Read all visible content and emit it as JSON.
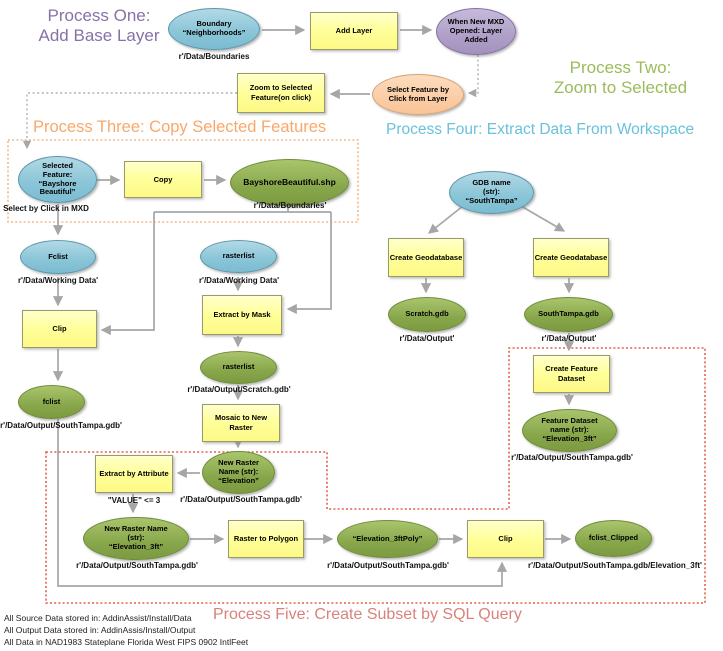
{
  "headers": {
    "process_one": "Process One:\nAdd Base Layer",
    "process_two": "Process Two:\nZoom to Selected",
    "process_three": "Process Three: Copy Selected Features",
    "process_four": "Process Four: Extract Data From Workspace",
    "process_five": "Process Five: Create Subset by SQL Query"
  },
  "colors": {
    "process_one": "#8672A8",
    "process_two": "#9CBB5C",
    "process_three": "#F9A86A",
    "process_four": "#68C2DD",
    "process_five": "#D9827C",
    "orange_dashed_region": "#F2B988",
    "red_dashed_region": "#E2604C",
    "arrow_gray": "#A6A6A6"
  },
  "nodes": {
    "boundary": {
      "label": "Boundary\n“Neighborhoods”",
      "caption": "r'/Data/Boundaries"
    },
    "add_layer": {
      "label": "Add Layer"
    },
    "when_new_mxd": {
      "label": "When New  MXD\nOpened: Layer\nAdded"
    },
    "zoom_to_selected": {
      "label": "Zoom to Selected\nFeature(on click)"
    },
    "select_feature": {
      "label": "Select Feature by\nClick from Layer"
    },
    "selected_feature": {
      "label": "Selected\nFeature:\n“Bayshore\nBeautiful”",
      "caption": "Select by Click in MXD"
    },
    "copy": {
      "label": "Copy"
    },
    "bayshore": {
      "label": "BayshoreBeautiful.shp",
      "caption": "r'/Data/Boundaries'"
    },
    "gdb_name": {
      "label": "GDB name\n(str):\n“SouthTampa”"
    },
    "fclist_input": {
      "label": "Fclist",
      "caption": "r'/Data/Working Data'"
    },
    "rasterlist_input": {
      "label": "rasterlist",
      "caption": "r'/Data/Working Data'"
    },
    "clip1": {
      "label": "Clip"
    },
    "extract_by_mask": {
      "label": "Extract by Mask"
    },
    "create_gdb1": {
      "label": "Create Geodatabase"
    },
    "create_gdb2": {
      "label": "Create Geodatabase"
    },
    "scratch_gdb": {
      "label": "Scratch.gdb",
      "caption": "r'/Data/Output'"
    },
    "southtampa_gdb": {
      "label": "SouthTampa.gdb",
      "caption": "r'/Data/Output'"
    },
    "fclist_output": {
      "label": "fclist",
      "caption": "r'/Data/Output/SouthTampa.gdb'"
    },
    "rasterlist_output": {
      "label": "rasterlist",
      "caption": "r'/Data/Output/Scratch.gdb'"
    },
    "mosaic": {
      "label": "Mosaic to New\nRaster"
    },
    "create_feature_dataset": {
      "label": "Create Feature\nDataset"
    },
    "feature_dataset_name": {
      "label": "Feature Dataset\nname (str):\n“Elevation_3ft”",
      "caption": "r'/Data/Output/SouthTampa.gdb'"
    },
    "new_raster_elevation": {
      "label": "New Raster\nName (str):\n“Elevation”",
      "caption": "r'/Data/Output/SouthTampa.gdb'"
    },
    "extract_by_attribute": {
      "label": "Extract by Attribute",
      "caption": "\"VALUE\" <= 3"
    },
    "new_raster_elevation3ft": {
      "label": "New Raster Name\n(str):\n“Elevation_3ft”",
      "caption": "r'/Data/Output/SouthTampa.gdb'"
    },
    "raster_to_polygon": {
      "label": "Raster to Polygon"
    },
    "elevation_3ftpoly": {
      "label": "“Elevation_3ftPoly”",
      "caption": "r'/Data/Output/SouthTampa.gdb'"
    },
    "clip2": {
      "label": "Clip"
    },
    "fclist_clipped": {
      "label": "fclist_Clipped",
      "caption": "r'/Data/Output/SouthTampa.gdb/Elevation_3ft'"
    }
  },
  "footnotes": {
    "line1": "All Source Data stored in: AddinAssist/Install/Data",
    "line2": "All Output Data stored in: AddinAssis/Install/Output",
    "line3": "All Data in NAD1983 Stateplane  Florida West FIPS 0902 IntlFeet"
  }
}
